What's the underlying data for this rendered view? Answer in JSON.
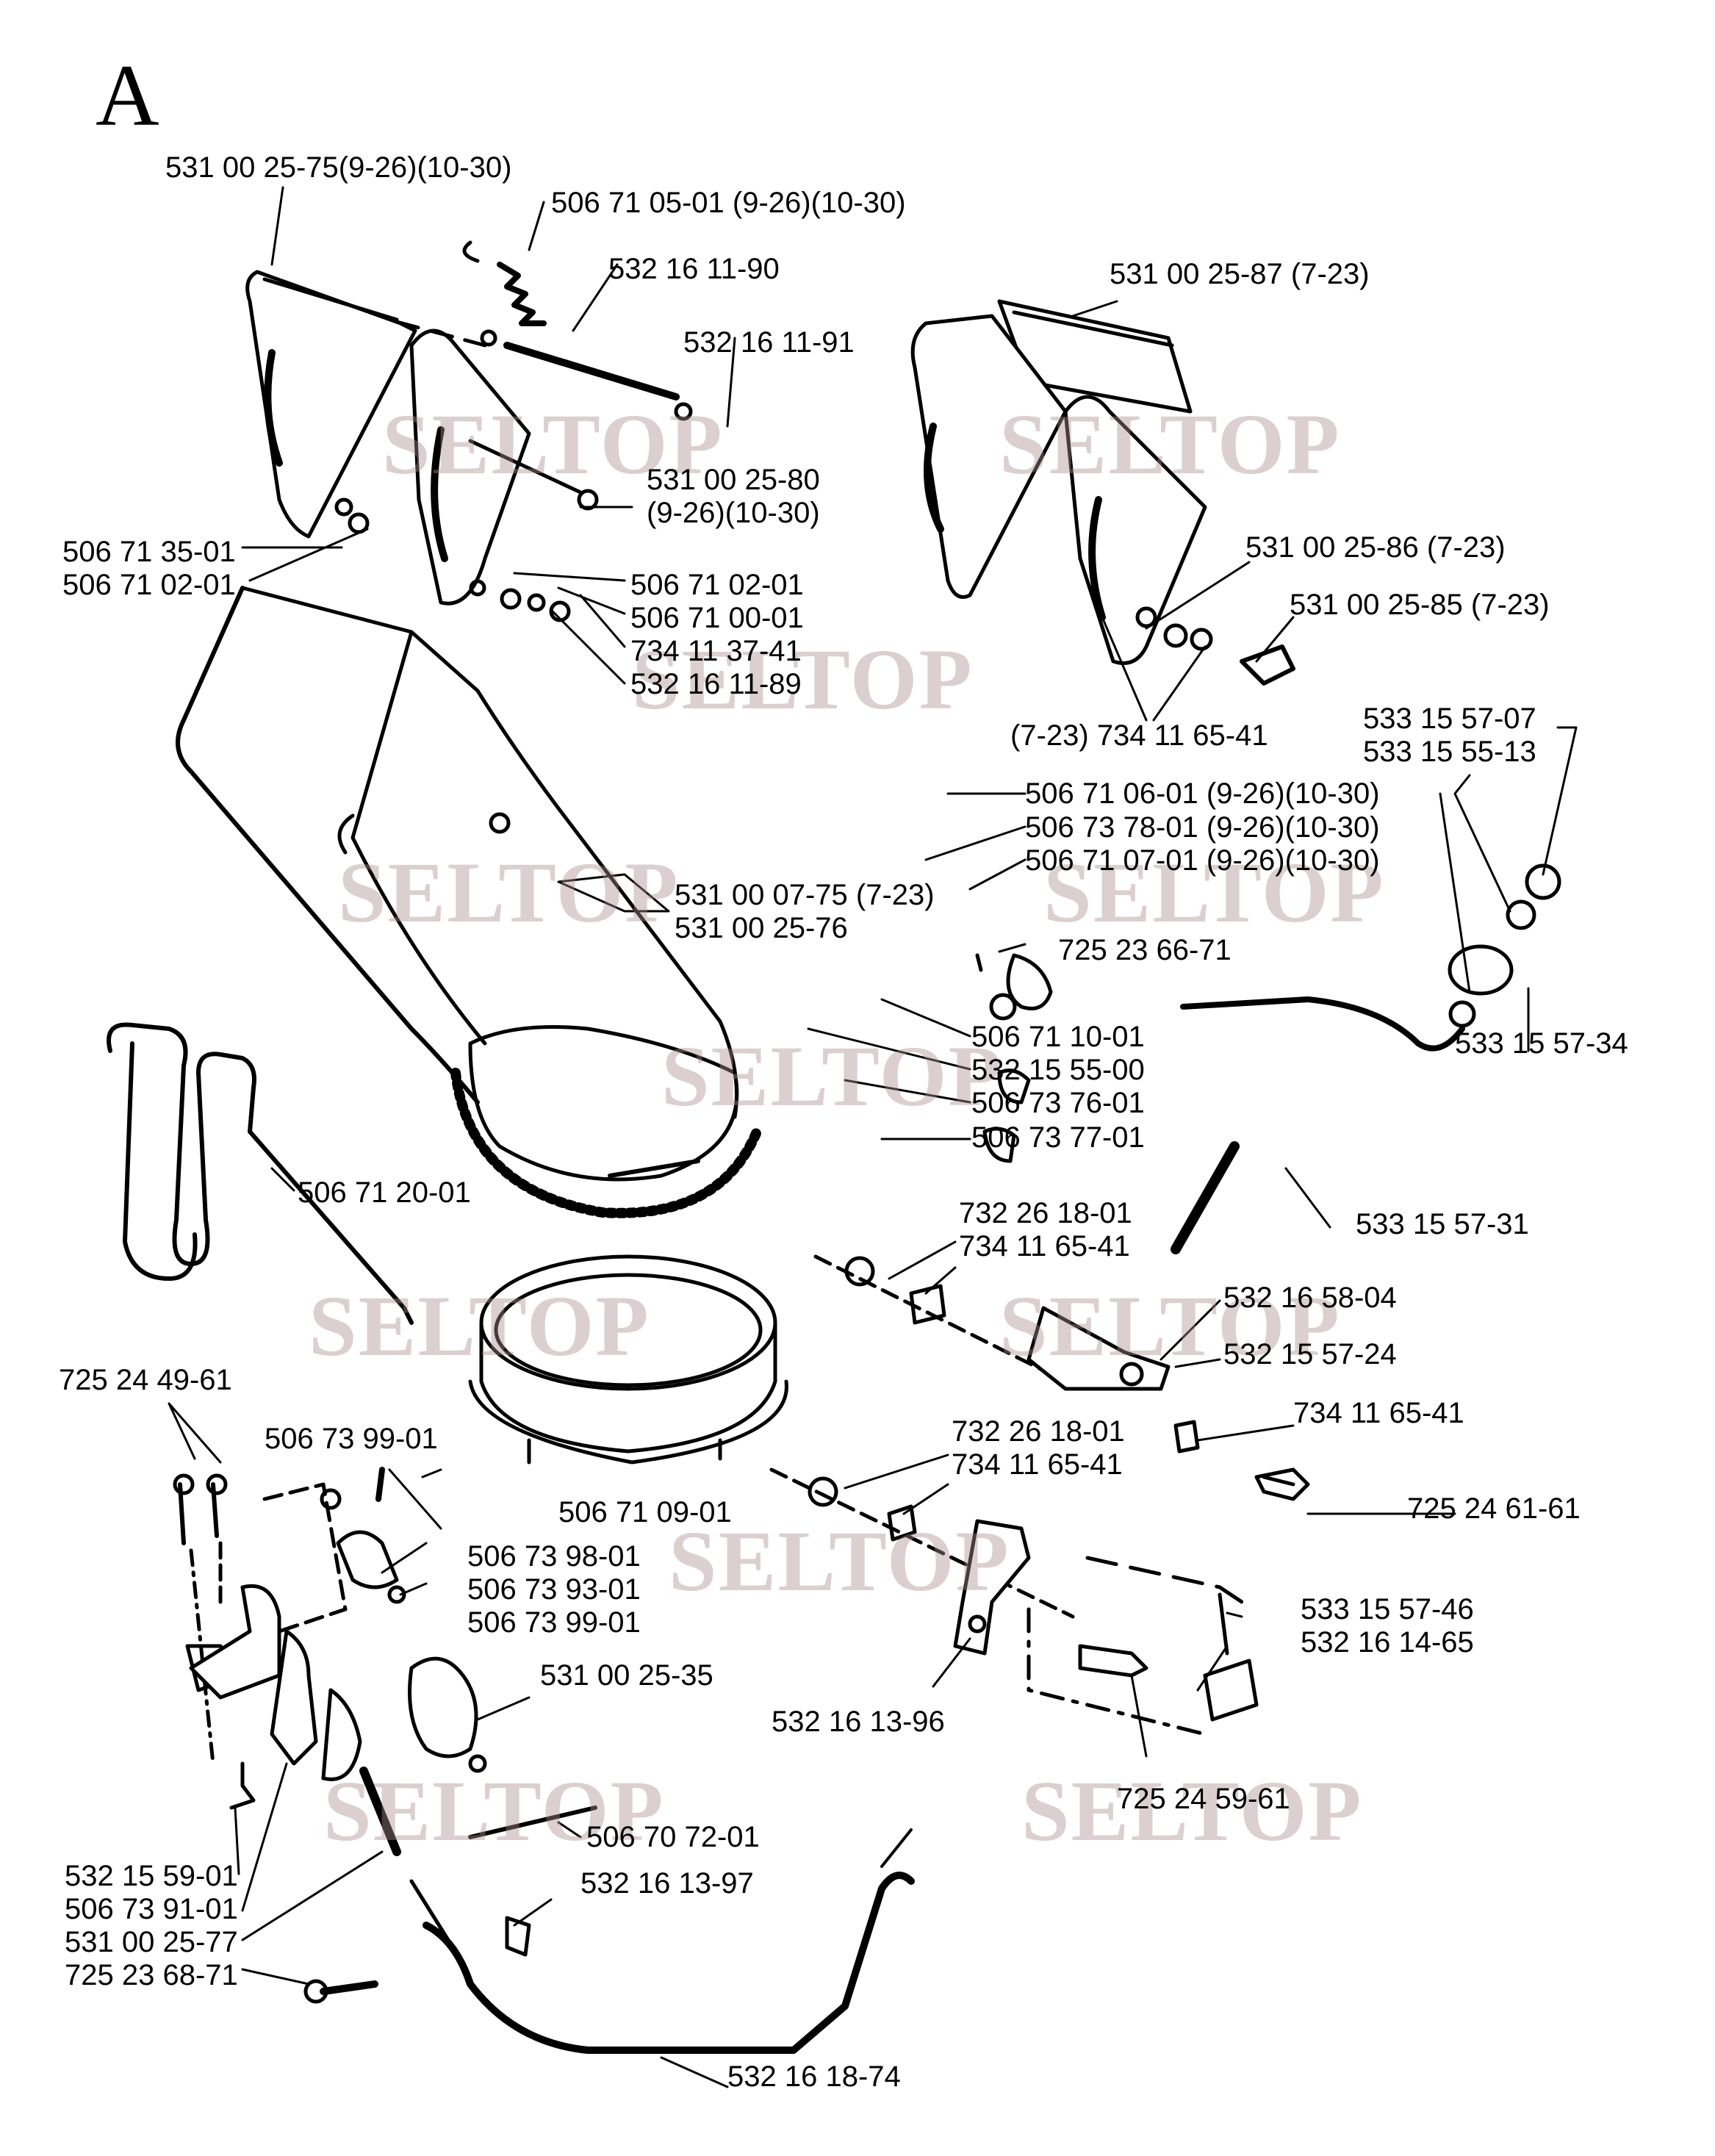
{
  "section_letter": "A",
  "watermark_text": "SELTOP",
  "colors": {
    "ink": "#000000",
    "watermark": "#b08c8c"
  },
  "labels": [
    "531 00 25-75(9-26)(10-30)",
    "506 71 05-01 (9-26)(10-30)",
    "532 16 11-90",
    "532 16 11-91",
    "531 00 25-87 (7-23)",
    "531 00 25-80",
    "(9-26)(10-30)",
    "506 71 35-01",
    "506 71 02-01",
    "506 71 02-01",
    "506 71 00-01",
    "734 11 37-41",
    "532 16 11-89",
    "531 00 25-86 (7-23)",
    "531 00 25-85 (7-23)",
    "(7-23) 734 11 65-41",
    "533 15 57-07",
    "533 15 55-13",
    "506 71 06-01 (9-26)(10-30)",
    "506 73 78-01 (9-26)(10-30)",
    "506 71 07-01 (9-26)(10-30)",
    "531 00 07-75 (7-23)",
    "531 00 25-76",
    "725 23 66-71",
    "506 71 10-01",
    "532 15 55-00",
    "506 73 76-01",
    "506 73 77-01",
    "533  15 57-34",
    "506 71 20-01",
    "533 15 57-31",
    "732 26 18-01",
    "734 11 65-41",
    "532 16 58-04",
    "532 15 57-24",
    "725 24 49-61",
    "734 11 65-41",
    "506 73 99-01",
    "732 26 18-01",
    "734 11 65-41",
    "725 24 61-61",
    "506 71 09-01",
    "506 73 98-01",
    "506 73 93-01",
    "506 73 99-01",
    "533 15 57-46",
    "532 16 14-65",
    "531 00 25-35",
    "532 16 13-96",
    "725 24 59-61",
    "506 70 72-01",
    "532 15 59-01",
    "532 16 13-97",
    "506 73 91-01",
    "531 00 25-77",
    "725 23 68-71",
    "532 16 18-74"
  ]
}
